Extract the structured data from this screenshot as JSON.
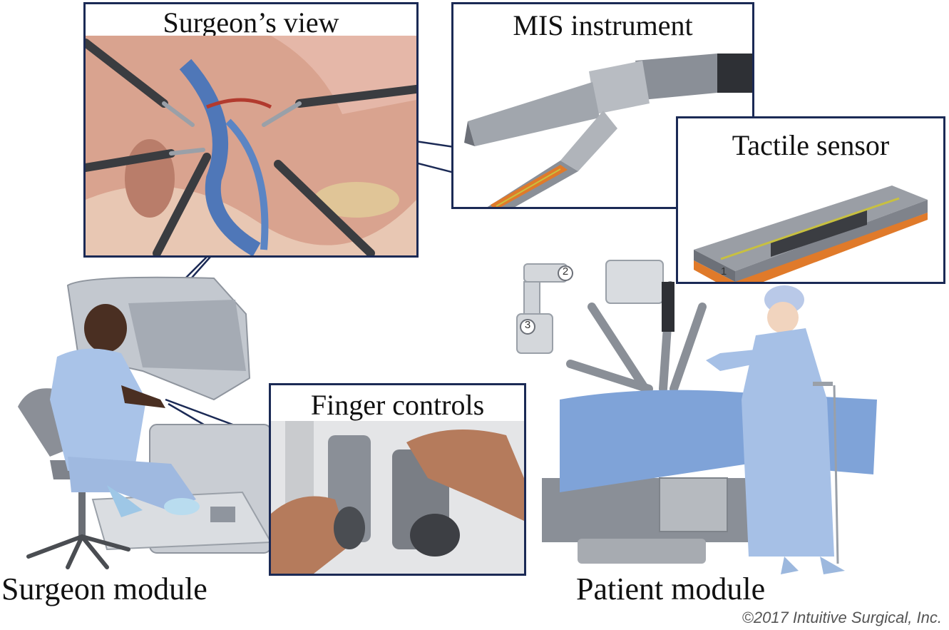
{
  "panels": {
    "surgeon_view": "Surgeon’s view",
    "mis_instrument": "MIS instrument",
    "tactile_sensor": "Tactile sensor",
    "finger_controls": "Finger controls"
  },
  "modules": {
    "surgeon": "Surgeon module",
    "patient": "Patient module"
  },
  "arm_labels": [
    "1",
    "2",
    "3"
  ],
  "copyright": "©2017 Intuitive Surgical, Inc.",
  "colors": {
    "panel_border": "#1b2a55",
    "scrubs": "#a9c3e8",
    "drape": "#7fa3d8",
    "console": "#b9bec6",
    "tissue": "#d9a38f",
    "vessel": "#4f77b8",
    "sensor_orange": "#e07a2a",
    "sensor_line": "#c8c040"
  }
}
